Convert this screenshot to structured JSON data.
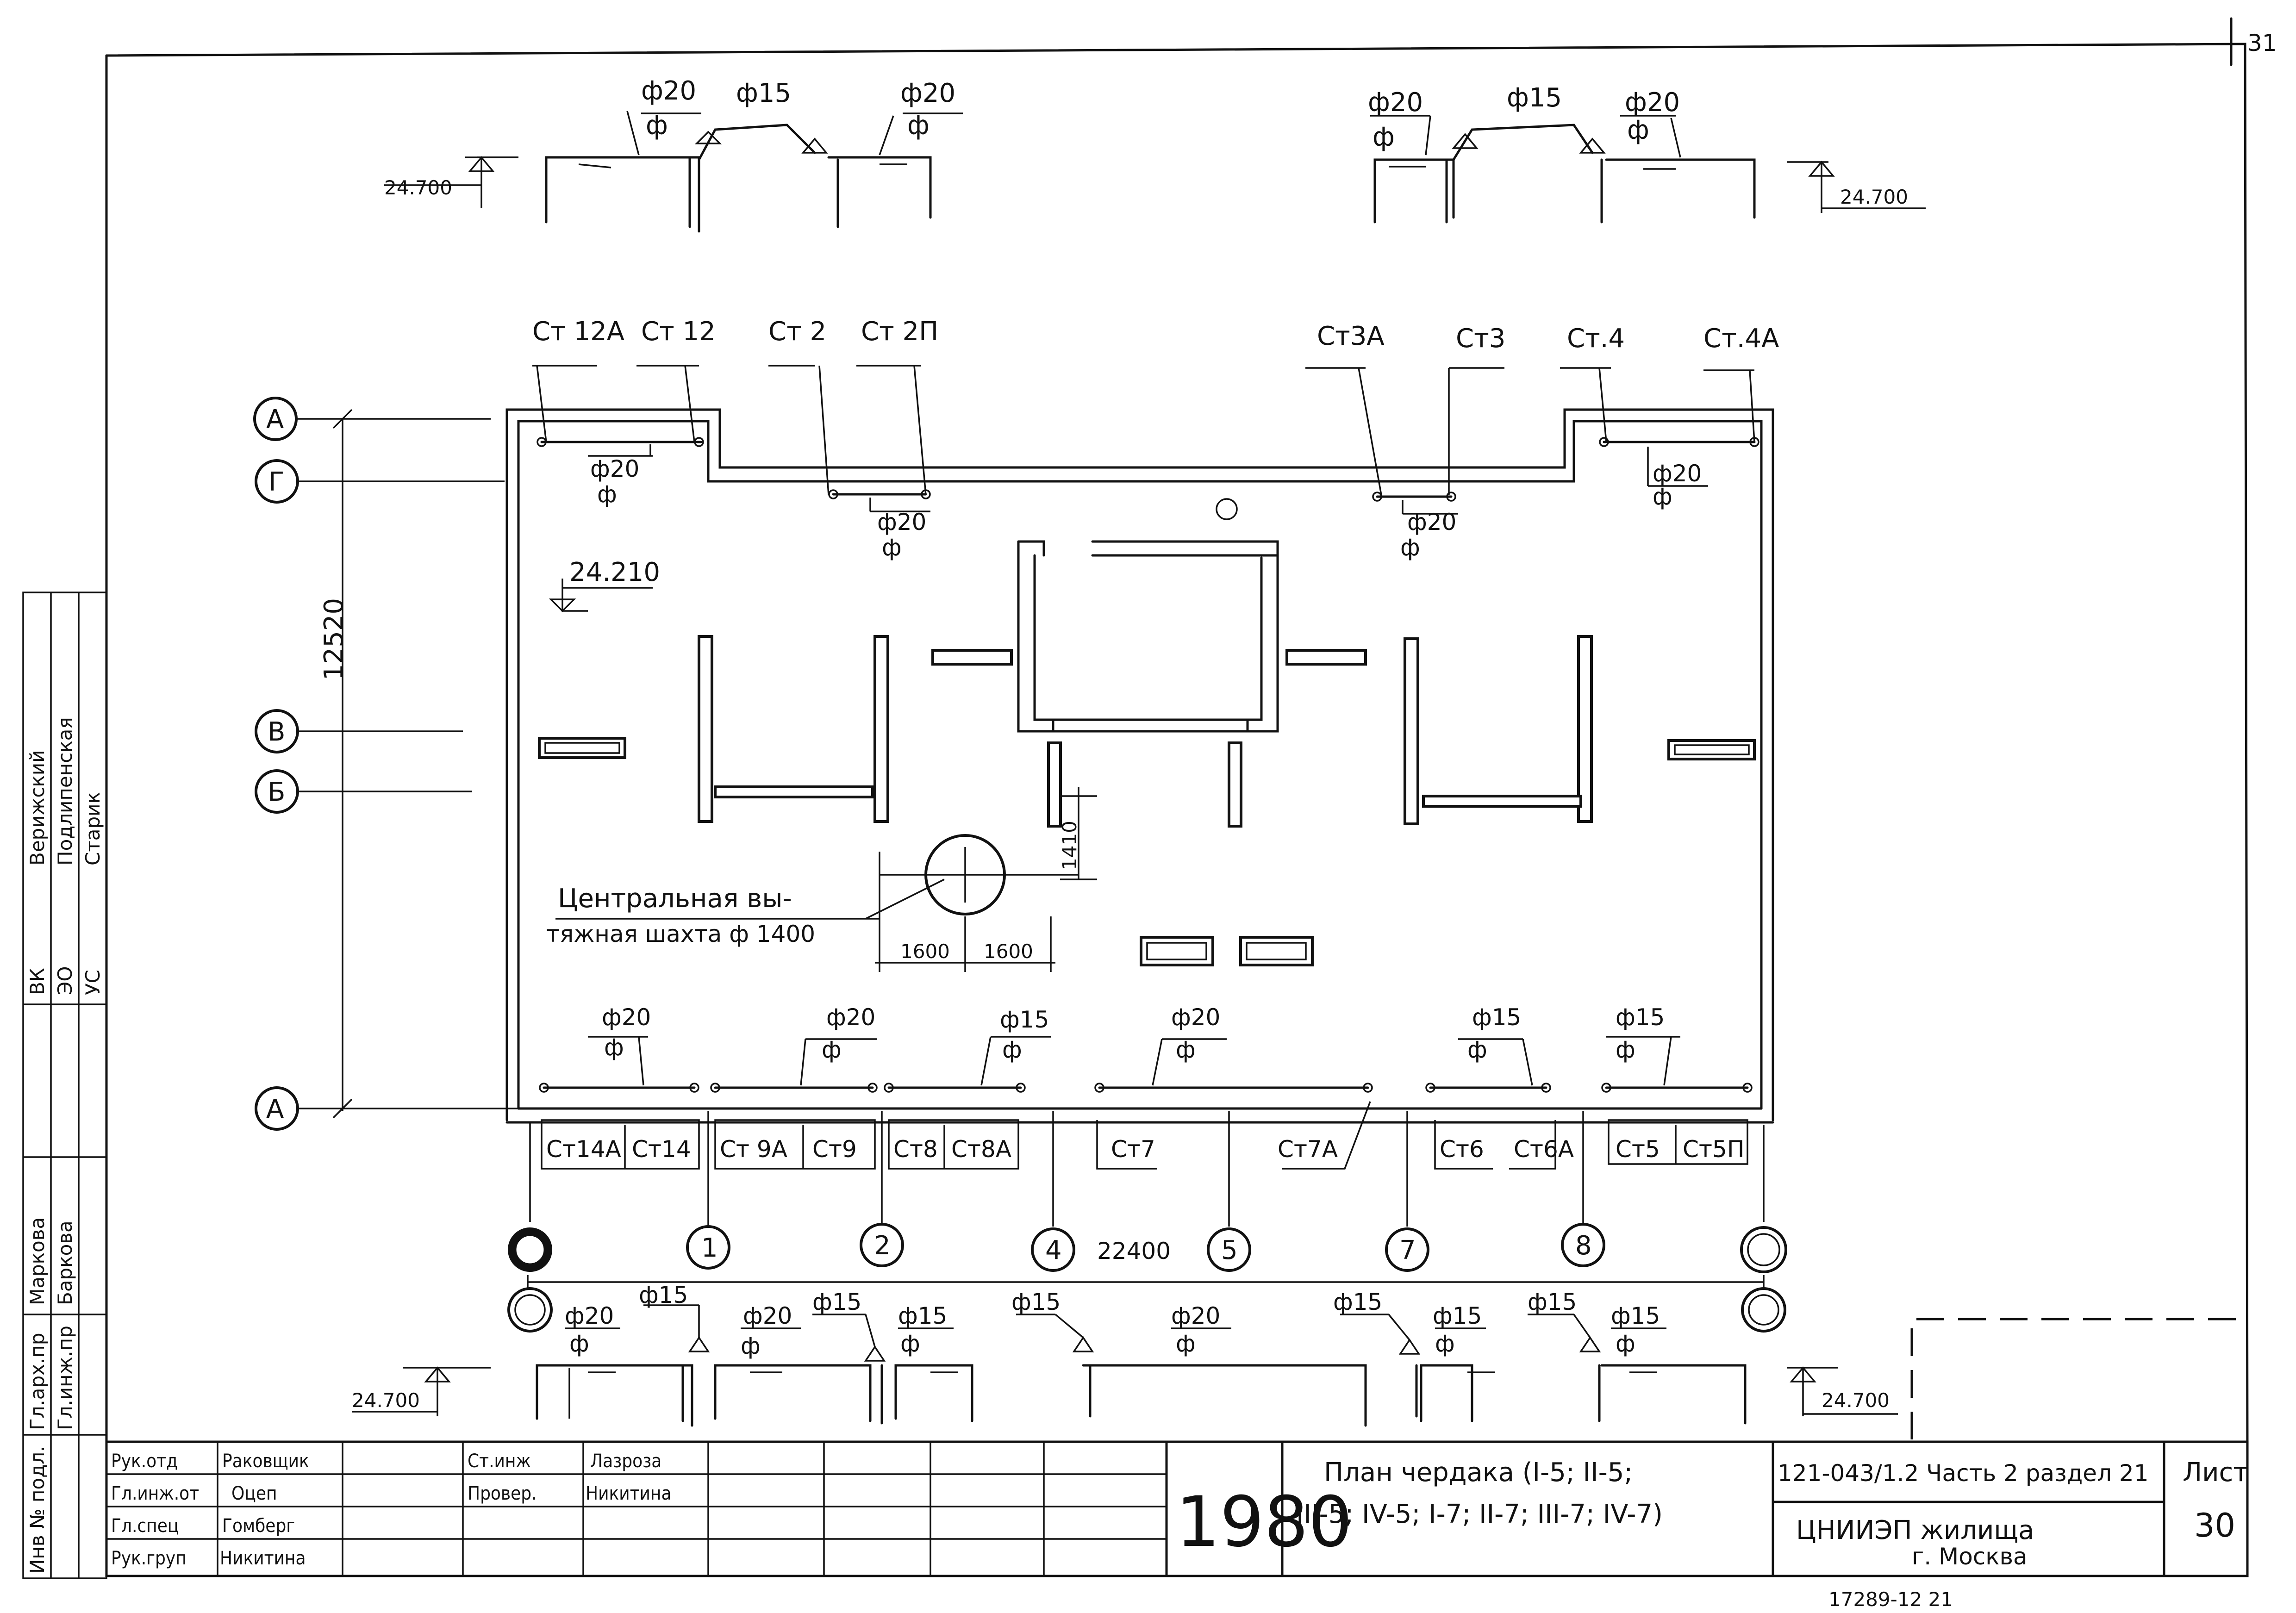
{
  "corner_mark": "31",
  "top_sections": {
    "left": {
      "d20a": "ф20",
      "f_a": "ф",
      "d15": "ф15",
      "d20b": "ф20",
      "f_b": "ф",
      "level": "24.700"
    },
    "right": {
      "d20a": "ф20",
      "f_a": "ф",
      "d15": "ф15",
      "d20b": "ф20",
      "f_b": "ф",
      "level": "24.700"
    }
  },
  "top_stand_labels": [
    "Ст 12А",
    "Ст 12",
    "Ст 2",
    "Ст 2П",
    "Ст3А",
    "Ст3",
    "Ст.4",
    "Ст.4А"
  ],
  "axis_letters": {
    "a_top": "А",
    "g": "Г",
    "v": "В",
    "b": "Б",
    "a_bottom": "А"
  },
  "axis_numbers": [
    "1",
    "2",
    "4",
    "5",
    "7",
    "8"
  ],
  "dim_vertical": "12520",
  "dim_horizontal": "22400",
  "plan": {
    "level_mark": "24.210",
    "top_pipe_labels": [
      {
        "d": "ф20",
        "f": "ф"
      },
      {
        "d": "ф20",
        "f": "ф"
      },
      {
        "d": "ф20",
        "f": "ф"
      },
      {
        "d": "ф20",
        "f": "ф"
      }
    ],
    "shaft_caption_1": "Центральная вы-",
    "shaft_caption_2": "тяжная шахта ф 1400",
    "dim_1410": "1410",
    "dim_1600a": "1600",
    "dim_1600b": "1600",
    "bottom_pipe_labels": [
      {
        "d": "ф20",
        "f": "ф"
      },
      {
        "d": "ф20",
        "f": "ф"
      },
      {
        "d": "ф15",
        "f": "ф"
      },
      {
        "d": "ф20",
        "f": "ф"
      },
      {
        "d": "ф15",
        "f": "ф"
      },
      {
        "d": "ф15",
        "f": "ф"
      }
    ]
  },
  "bottom_stand_labels": [
    "Ст14А",
    "Ст14",
    "Ст 9А",
    "Ст9",
    "Ст8",
    "Ст8А",
    "Ст7",
    "Ст7А",
    "Ст6",
    "Ст6А",
    "Ст5",
    "Ст5П"
  ],
  "bottom_section": {
    "level_left": "24.700",
    "level_right": "24.700",
    "labels": [
      {
        "d": "ф20",
        "f": "ф"
      },
      {
        "d": "ф15",
        "f": ""
      },
      {
        "d": "ф20",
        "f": "ф"
      },
      {
        "d": "ф15",
        "f": ""
      },
      {
        "d": "ф15",
        "f": "ф"
      },
      {
        "d": "ф15",
        "f": ""
      },
      {
        "d": "ф20",
        "f": "ф"
      },
      {
        "d": "ф15",
        "f": ""
      },
      {
        "d": "ф15",
        "f": "ф"
      },
      {
        "d": "ф15",
        "f": ""
      },
      {
        "d": "ф15",
        "f": "ф"
      }
    ]
  },
  "side_stamp": {
    "col1": [
      "ВК",
      "ЭО",
      "УС"
    ],
    "col2": [
      "Верижский",
      "Подлипенская",
      "Старик"
    ],
    "col3": [
      "Гл.арх.пр",
      "Гл.инж.пр"
    ],
    "col4": [
      "Маркова",
      "Баркова"
    ],
    "inv": "Инв № подл."
  },
  "title_block": {
    "roles": [
      "Рук.отд",
      "Гл.инж.от",
      "Гл.спец",
      "Рук.груп"
    ],
    "names": [
      "Раковщик",
      "Оцеп",
      "Гомберг",
      "Никитина"
    ],
    "roles2": [
      "Ст.инж",
      "Провер."
    ],
    "names2": [
      "Лазроза",
      "Никитина"
    ],
    "year": "1980",
    "title_line1": "План чердака (I-5; II-5;",
    "title_line2": "III-5; IV-5; I-7; II-7; III-7; IV-7)",
    "doc_code": "121-043/1.2 Часть 2 раздел 21",
    "org_line1": "ЦНИИЭП жилища",
    "org_line2": "г. Москва",
    "sheet_label": "Лист",
    "sheet_number": "30"
  },
  "footer_number": "17289-12 21"
}
